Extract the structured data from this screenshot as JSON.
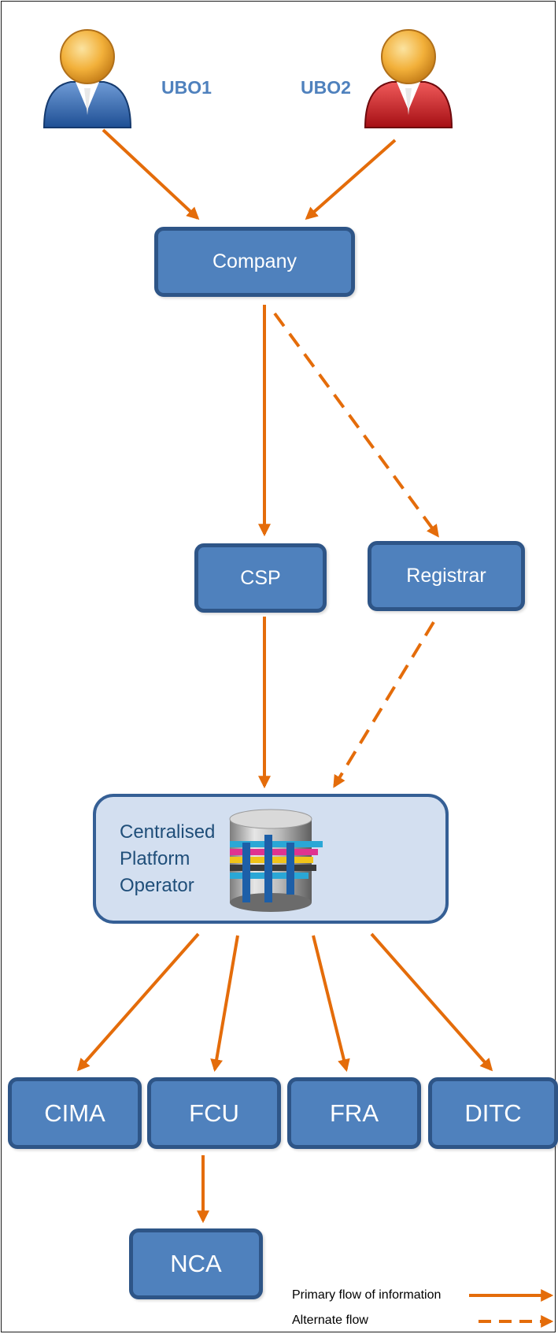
{
  "diagram": {
    "owners": [
      {
        "label": "UBO1",
        "icon": "person-blue-icon",
        "color": "#2f5f9e"
      },
      {
        "label": "UBO2",
        "icon": "person-red-icon",
        "color": "#c8161d"
      }
    ],
    "nodes": {
      "company": "Company",
      "csp": "CSP",
      "registrar": "Registrar",
      "platform_lines": [
        "Centralised",
        "Platform",
        "Operator"
      ],
      "platform_icon": "database-icon",
      "authorities": [
        "CIMA",
        "FCU",
        "FRA",
        "DITC"
      ],
      "nca": "NCA"
    },
    "legend": {
      "primary": "Primary flow of information",
      "alternate": "Alternate flow"
    },
    "colors": {
      "arrow": "#e46c0a",
      "node_fill": "#4f81bd",
      "node_border": "#2e5587",
      "platform_fill": "#d3dff0"
    }
  }
}
